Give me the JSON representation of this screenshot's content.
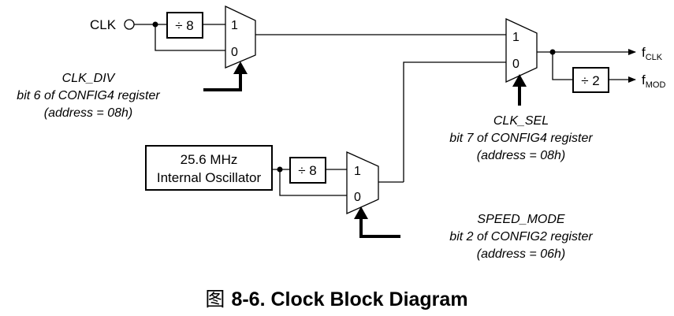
{
  "inputs": {
    "clk_label": "CLK"
  },
  "blocks": {
    "div8_top": "÷ 8",
    "div8_osc": "÷ 8",
    "div2": "÷ 2",
    "oscillator_line1": "25.6 MHz",
    "oscillator_line2": "Internal Oscillator"
  },
  "muxes": {
    "clk_div_mux": {
      "in1": "1",
      "in0": "0"
    },
    "speed_mux": {
      "in1": "1",
      "in0": "0"
    },
    "clk_sel_mux": {
      "in1": "1",
      "in0": "0"
    }
  },
  "controls": {
    "clk_div": {
      "name": "CLK_DIV",
      "desc": "bit 6 of CONFIG4 register",
      "addr": "(address = 08h)"
    },
    "clk_sel": {
      "name": "CLK_SEL",
      "desc": "bit 7 of CONFIG4 register",
      "addr": "(address = 08h)"
    },
    "speed_mode": {
      "name": "SPEED_MODE",
      "desc": "bit 2 of CONFIG2 register",
      "addr": "(address = 06h)"
    }
  },
  "outputs": {
    "fclk_main": "f",
    "fclk_sub": "CLK",
    "fmod_main": "f",
    "fmod_sub": "MOD"
  },
  "caption": {
    "prefix": "图",
    "text": "8-6. Clock Block Diagram"
  }
}
